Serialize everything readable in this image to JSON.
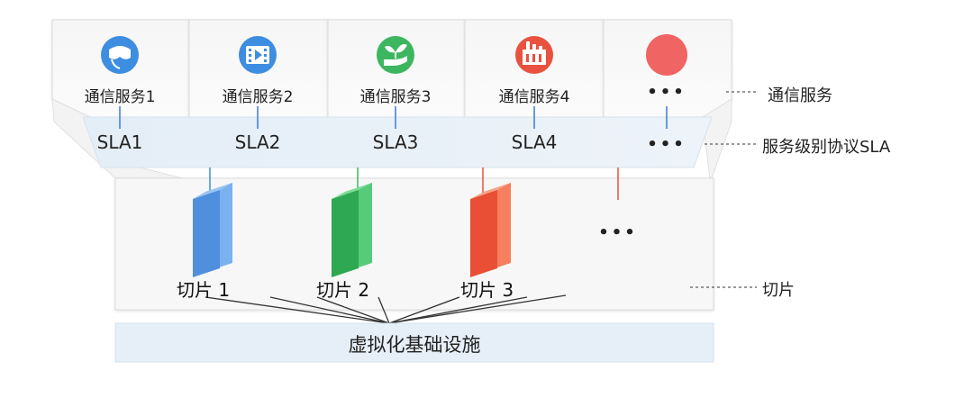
{
  "services": [
    {
      "label": "通信服务1",
      "icon": "vr-headset-icon",
      "color": "#3d8de0"
    },
    {
      "label": "通信服务2",
      "icon": "video-film-icon",
      "color": "#3d8de0"
    },
    {
      "label": "通信服务3",
      "icon": "hand-plant-icon",
      "color": "#3cb660"
    },
    {
      "label": "通信服务4",
      "icon": "factory-icon",
      "color": "#e8523f"
    },
    {
      "label": "•••",
      "icon": "red-circle-icon",
      "color": "#f06463"
    }
  ],
  "sla": [
    "SLA1",
    "SLA2",
    "SLA3",
    "SLA4",
    "•••"
  ],
  "slices": [
    {
      "label": "切片 1",
      "color": "#5a9be6"
    },
    {
      "label": "切片 2",
      "color": "#3fbb63"
    },
    {
      "label": "切片 3",
      "color": "#ee6040"
    }
  ],
  "slice_more": "•••",
  "legend": {
    "service": "通信服务",
    "sla": "服务级别协议SLA",
    "slice": "切片"
  },
  "infrastructure": "虚拟化基础设施"
}
